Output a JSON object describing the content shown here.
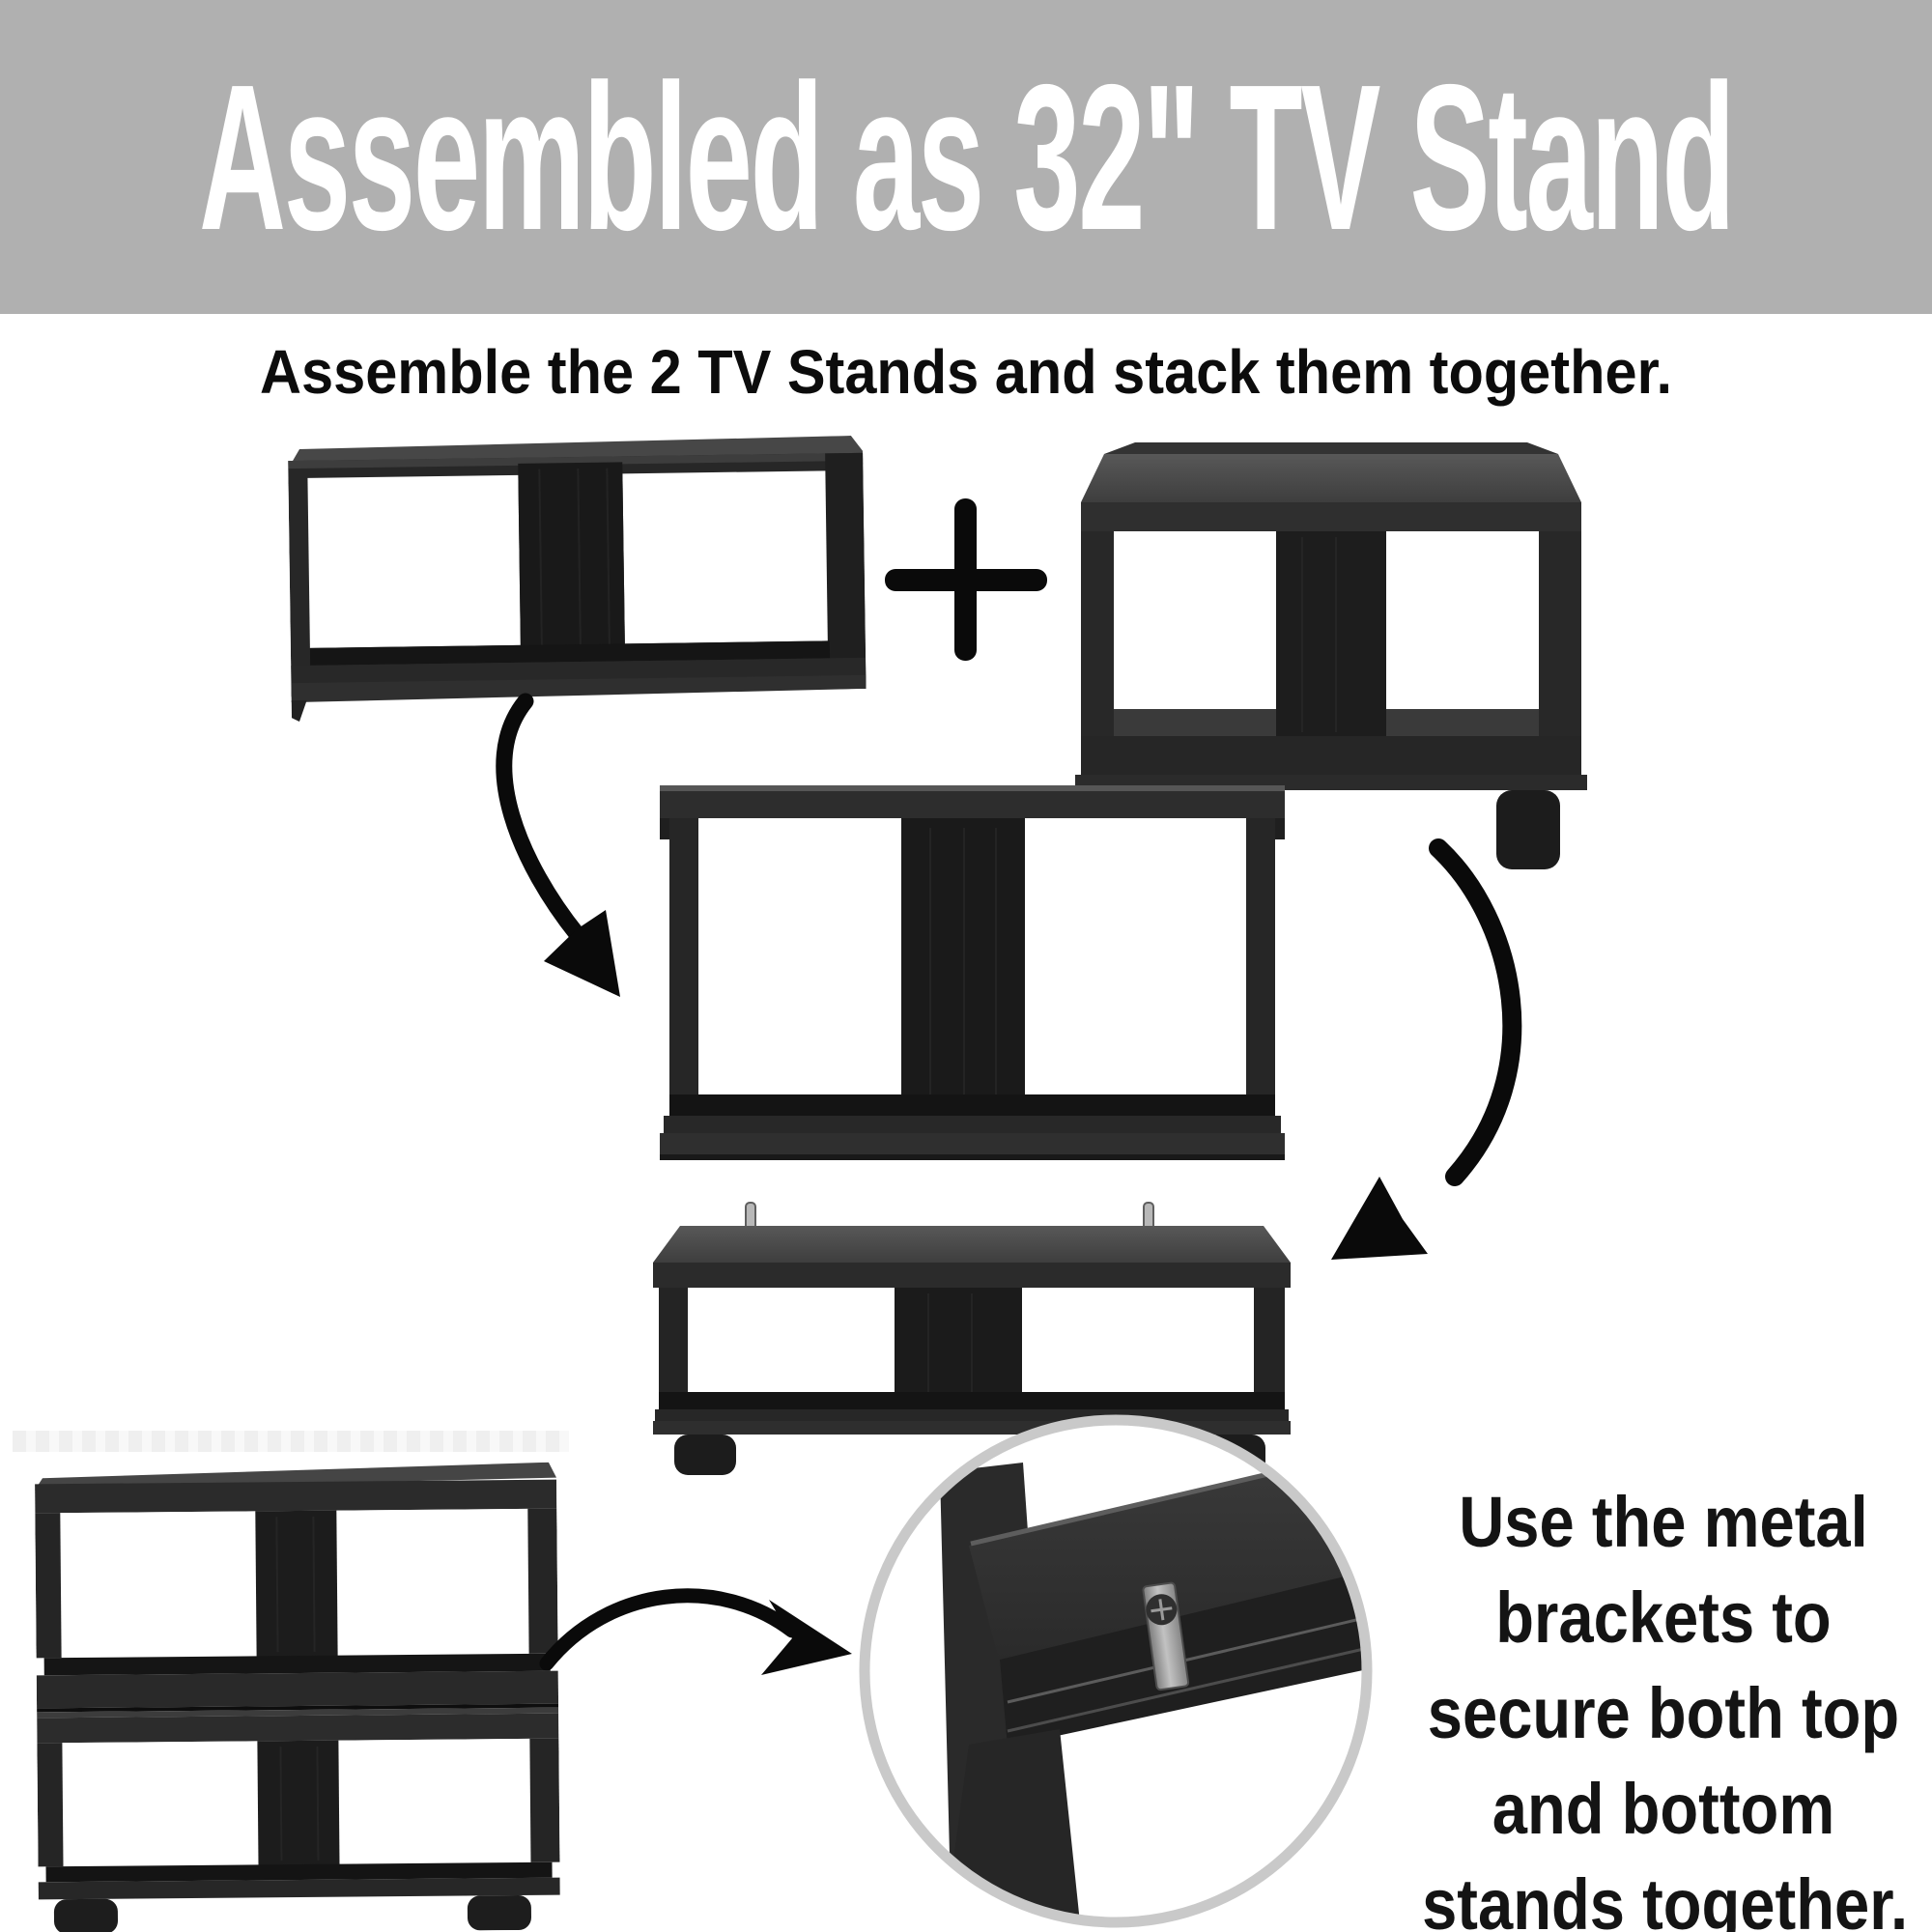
{
  "header": {
    "title": "Assembled as 32\" TV Stand",
    "background_color": "#b0b0b0",
    "text_color": "#ffffff"
  },
  "instruction_top": {
    "text": "Assemble the 2 TV Stands and stack them together."
  },
  "note_bottom": {
    "lines": [
      "Use the metal",
      "brackets to",
      "secure both top",
      "and bottom",
      "stands together."
    ],
    "text_color": "#141414"
  },
  "diagram": {
    "plus_sign": "+",
    "illustrations": [
      {
        "name": "tv-stand-unit-1",
        "description": "single TV stand, front view"
      },
      {
        "name": "tv-stand-unit-2",
        "description": "single TV stand with feet, top view"
      },
      {
        "name": "stacked-stand-top",
        "description": "top stand of stacked pair"
      },
      {
        "name": "stacked-stand-bottom",
        "description": "bottom stand of stacked pair with metal pins"
      },
      {
        "name": "assembled-two-tier-stand",
        "description": "fully assembled 2-tier TV stand"
      },
      {
        "name": "bracket-magnifier",
        "description": "zoomed circle showing metal bracket and screw joint"
      }
    ],
    "icons": {
      "plus": "plus-icon",
      "arrow_left": "curved-arrow-down-left-icon",
      "arrow_right": "curved-arrow-down-right-icon",
      "arrow_small": "curved-arrow-right-icon",
      "bracket": "metal-bracket-icon",
      "screw": "screw-icon"
    },
    "colors": {
      "furniture_dark": "#262626",
      "furniture_divider": "#1b1b1b",
      "furniture_top_face": "#4a4a4a",
      "arrow_black": "#0a0a0a",
      "magnifier_ring": "#c9c9c9",
      "bracket_silver": "#b5b5b5",
      "background": "#ffffff"
    }
  }
}
